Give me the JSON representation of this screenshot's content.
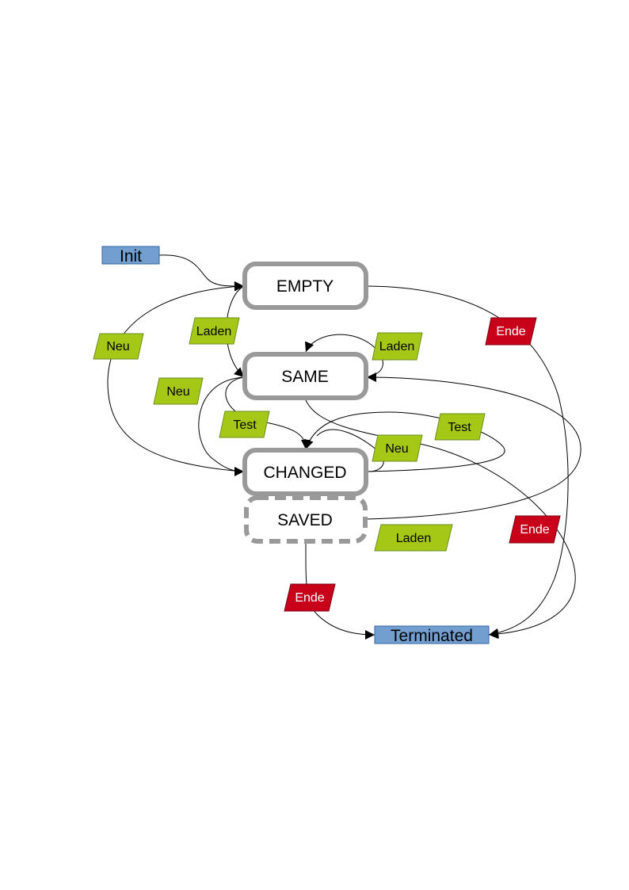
{
  "diagram": {
    "terminals": {
      "init": "Init",
      "terminated": "Terminated"
    },
    "states": {
      "empty": "EMPTY",
      "same": "SAME",
      "changed": "CHANGED",
      "saved": "SAVED"
    },
    "labels": {
      "neu_empty_changed": "Neu",
      "laden_empty_same": "Laden",
      "laden_same_loop": "Laden",
      "neu_same_changed": "Neu",
      "test_same_changed": "Test",
      "test_changed_same": "Test",
      "neu_changed_loop": "Neu",
      "laden_saved_same": "Laden",
      "ende_empty": "Ende",
      "ende_changed": "Ende",
      "ende_saved": "Ende"
    },
    "colors": {
      "terminal_fill": "#729fcf",
      "state_border": "#999999",
      "event_fill": "#a5c816",
      "exit_fill": "#c9001a",
      "edge": "#000000"
    }
  }
}
